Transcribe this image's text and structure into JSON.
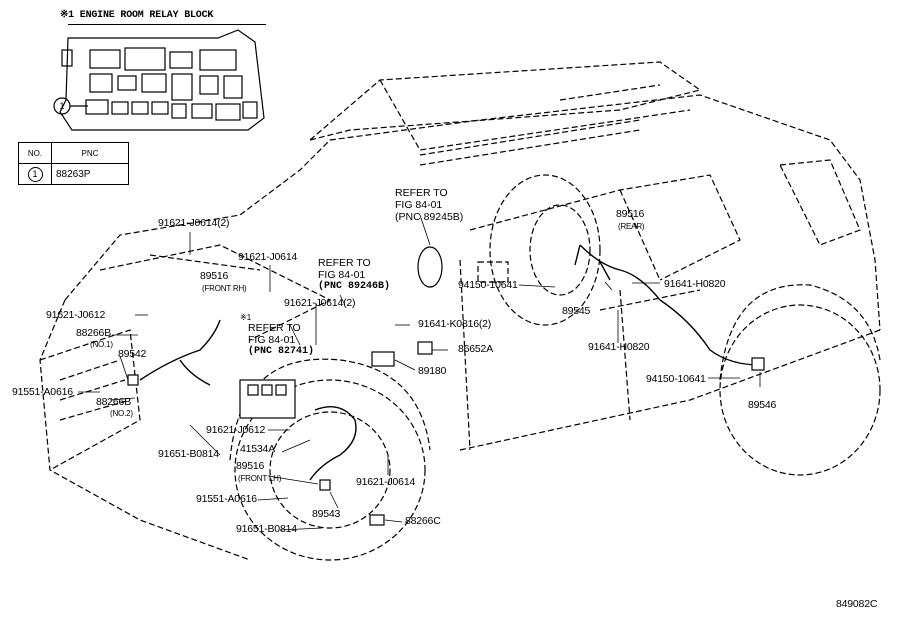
{
  "relay_block": {
    "title": "※1 ENGINE ROOM RELAY BLOCK",
    "callout": "1"
  },
  "table": {
    "col_no": "NO.",
    "col_pnc": "PNC",
    "row_no": "1",
    "row_pnc": "88263P"
  },
  "refs": {
    "ref1": {
      "l1": "REFER TO",
      "l2": "FIG 84-01",
      "l3": "(PNC 89245B)"
    },
    "ref2": {
      "l1": "REFER TO",
      "l2": "FIG 84-01",
      "l3": "(PNC 89246B)"
    },
    "ref3": {
      "mark": "※1",
      "l1": "REFER TO",
      "l2": "FIG 84-01",
      "l3": "(PNC 82741)"
    }
  },
  "labels": {
    "p91621_j0614_2a": "91621-J0614(2)",
    "p91621_j0614a": "91621-J0614",
    "p89516_rh": "89516",
    "p89516_rh_sub": "(FRONT RH)",
    "p91621_j0612a": "91621-J0612",
    "p88266b_1": "88266B",
    "p88266b_1_sub": "(NO.1)",
    "p89542": "89542",
    "p91551_a0616a": "91551-A0616",
    "p88266b_2": "88266B",
    "p88266b_2_sub": "(NO.2)",
    "p91621_j0614_2b": "91621-J0614(2)",
    "p91641_k0816_2": "91641-K0816(2)",
    "p86652a": "86652A",
    "p89180": "89180",
    "p91621_j0612b": "91621-J0612",
    "p41534a": "41534A",
    "p91651_b0814a": "91651-B0814",
    "p89516_lh": "89516",
    "p89516_lh_sub": "(FRONT LH)",
    "p91621_j0614b": "91621-J0614",
    "p91551_a0616b": "91551-A0616",
    "p89543": "89543",
    "p88266c": "88266C",
    "p91651_b0814b": "91651-B0814",
    "p89516_rear": "89516",
    "p89516_rear_sub": "(REAR)",
    "p94150_10641a": "94150-10641",
    "p91641_h0820a": "91641-H0820",
    "p89545": "89545",
    "p91641_h0820b": "91641-H0820",
    "p94150_10641b": "94150-10641",
    "p89546": "89546"
  },
  "figure_id": "849082C"
}
